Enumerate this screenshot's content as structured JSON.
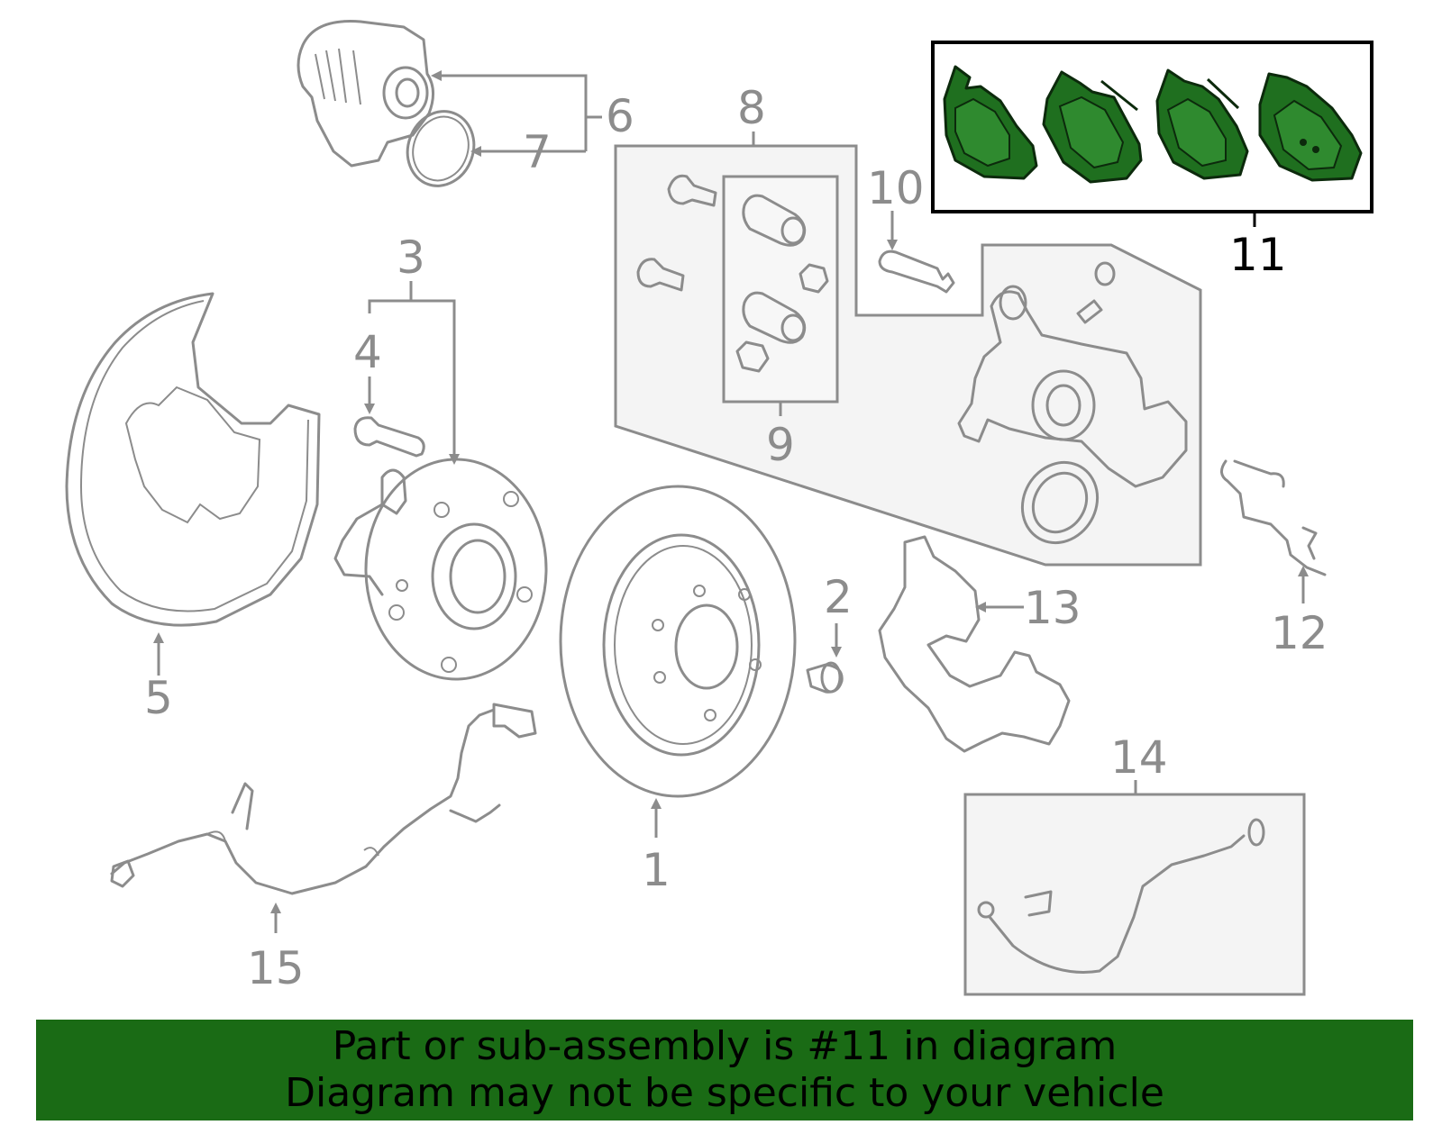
{
  "diagram": {
    "callouts": [
      "1",
      "2",
      "3",
      "4",
      "5",
      "6",
      "7",
      "8",
      "9",
      "10",
      "11",
      "12",
      "13",
      "14",
      "15"
    ],
    "highlighted_callout": "11",
    "highlight_color": "#1a6b15",
    "parts": [
      {
        "callout": "1",
        "part": "rotor-icon"
      },
      {
        "callout": "2",
        "part": "screw-icon"
      },
      {
        "callout": "3",
        "part": "hub-bearing-icon"
      },
      {
        "callout": "4",
        "part": "hub-bolt-icon"
      },
      {
        "callout": "5",
        "part": "splash-shield-icon"
      },
      {
        "callout": "6",
        "part": "parking-motor-icon"
      },
      {
        "callout": "7",
        "part": "o-ring-icon"
      },
      {
        "callout": "8",
        "part": "caliper-assembly-icon"
      },
      {
        "callout": "9",
        "part": "guide-pin-kit-icon"
      },
      {
        "callout": "10",
        "part": "guide-pin-icon"
      },
      {
        "callout": "11",
        "part": "brake-pads-icon"
      },
      {
        "callout": "12",
        "part": "pad-spring-icon"
      },
      {
        "callout": "13",
        "part": "caliper-bracket-icon"
      },
      {
        "callout": "14",
        "part": "brake-hose-icon"
      },
      {
        "callout": "15",
        "part": "abs-sensor-icon"
      }
    ]
  },
  "banner": {
    "line1": "Part or sub-assembly is #11 in diagram",
    "line2": "Diagram may not be specific to your vehicle",
    "background": "#1a6b15"
  }
}
